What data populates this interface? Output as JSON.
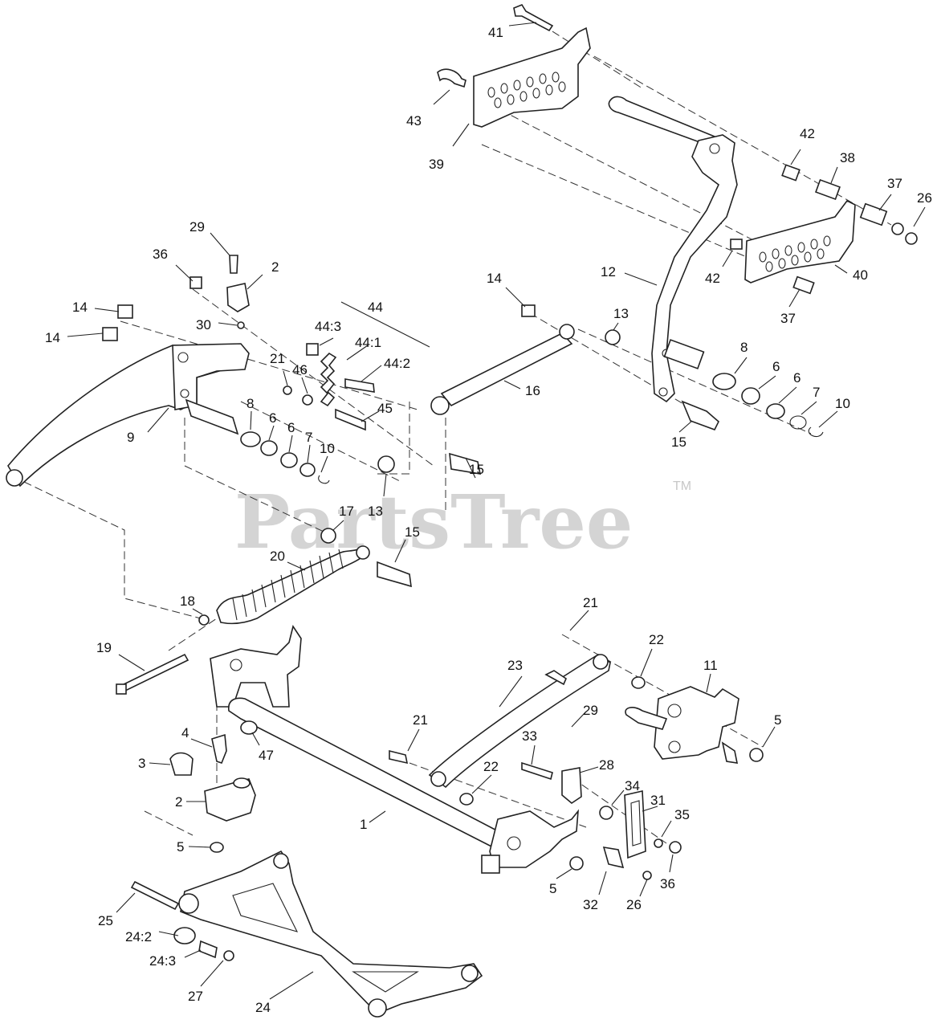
{
  "watermark": {
    "text": "PartsTree",
    "mark": "TM"
  },
  "callouts": [
    {
      "label": "41",
      "part": "bolt"
    },
    {
      "label": "43",
      "part": "pin"
    },
    {
      "label": "39",
      "part": "side-plate-left"
    },
    {
      "label": "42",
      "part": "spacer"
    },
    {
      "label": "38",
      "part": "spacer"
    },
    {
      "label": "37",
      "part": "bushing"
    },
    {
      "label": "26",
      "part": "nut"
    },
    {
      "label": "12",
      "part": "lift-arm"
    },
    {
      "label": "42",
      "part": "spacer"
    },
    {
      "label": "40",
      "part": "side-plate-right"
    },
    {
      "label": "37",
      "part": "bushing"
    },
    {
      "label": "29",
      "part": "grease-fitting"
    },
    {
      "label": "36",
      "part": "nut"
    },
    {
      "label": "2",
      "part": "bracket"
    },
    {
      "label": "14",
      "part": "nut"
    },
    {
      "label": "14",
      "part": "nut"
    },
    {
      "label": "30",
      "part": "nut"
    },
    {
      "label": "44",
      "part": "chain-kit"
    },
    {
      "label": "44:3",
      "part": "nut"
    },
    {
      "label": "44:1",
      "part": "chain"
    },
    {
      "label": "44:2",
      "part": "bolt"
    },
    {
      "label": "21",
      "part": "bolt"
    },
    {
      "label": "46",
      "part": "washer"
    },
    {
      "label": "45",
      "part": "bolt"
    },
    {
      "label": "9",
      "part": "front-arm"
    },
    {
      "label": "8",
      "part": "washer"
    },
    {
      "label": "6",
      "part": "bushing"
    },
    {
      "label": "6",
      "part": "bushing"
    },
    {
      "label": "7",
      "part": "washer"
    },
    {
      "label": "10",
      "part": "retaining-ring"
    },
    {
      "label": "13",
      "part": "spacer"
    },
    {
      "label": "14",
      "part": "nut"
    },
    {
      "label": "16",
      "part": "link-rod"
    },
    {
      "label": "13",
      "part": "spacer"
    },
    {
      "label": "8",
      "part": "washer"
    },
    {
      "label": "6",
      "part": "bushing"
    },
    {
      "label": "6",
      "part": "bushing"
    },
    {
      "label": "7",
      "part": "washer"
    },
    {
      "label": "10",
      "part": "retaining-ring"
    },
    {
      "label": "15",
      "part": "bolt"
    },
    {
      "label": "15",
      "part": "bolt"
    },
    {
      "label": "17",
      "part": "nut"
    },
    {
      "label": "15",
      "part": "bolt"
    },
    {
      "label": "20",
      "part": "spring"
    },
    {
      "label": "18",
      "part": "washer"
    },
    {
      "label": "19",
      "part": "bolt"
    },
    {
      "label": "21",
      "part": "bolt"
    },
    {
      "label": "22",
      "part": "washer"
    },
    {
      "label": "23",
      "part": "link-arm"
    },
    {
      "label": "11",
      "part": "bracket"
    },
    {
      "label": "5",
      "part": "nut"
    },
    {
      "label": "4",
      "part": "bolt"
    },
    {
      "label": "47",
      "part": "bushing"
    },
    {
      "label": "3",
      "part": "clip"
    },
    {
      "label": "2",
      "part": "block"
    },
    {
      "label": "5",
      "part": "nut"
    },
    {
      "label": "21",
      "part": "bolt"
    },
    {
      "label": "33",
      "part": "bolt"
    },
    {
      "label": "29",
      "part": "grease-fitting"
    },
    {
      "label": "28",
      "part": "bracket"
    },
    {
      "label": "22",
      "part": "washer"
    },
    {
      "label": "1",
      "part": "shaft"
    },
    {
      "label": "34",
      "part": "nut"
    },
    {
      "label": "31",
      "part": "slotted-plate"
    },
    {
      "label": "35",
      "part": "washer"
    },
    {
      "label": "5",
      "part": "nut"
    },
    {
      "label": "32",
      "part": "bolt"
    },
    {
      "label": "26",
      "part": "nut"
    },
    {
      "label": "36",
      "part": "nut"
    },
    {
      "label": "25",
      "part": "bolt"
    },
    {
      "label": "24:2",
      "part": "bushing"
    },
    {
      "label": "24:3",
      "part": "spacer"
    },
    {
      "label": "27",
      "part": "nut"
    },
    {
      "label": "24",
      "part": "lower-frame"
    }
  ]
}
